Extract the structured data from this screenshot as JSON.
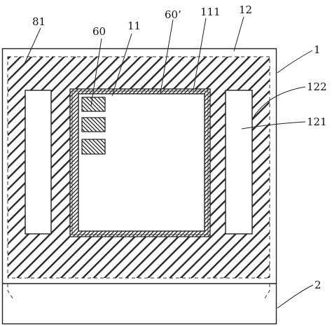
{
  "labels": {
    "device": "1",
    "lower_part": "2",
    "layer_81": "81",
    "pads": "60",
    "chip": "11",
    "pad_prime": "60’",
    "ring": "111",
    "outer_part": "12",
    "slot_outer": "122",
    "slot_inner": "121"
  },
  "colors": {
    "line": "#222222",
    "background": "#ffffff"
  }
}
